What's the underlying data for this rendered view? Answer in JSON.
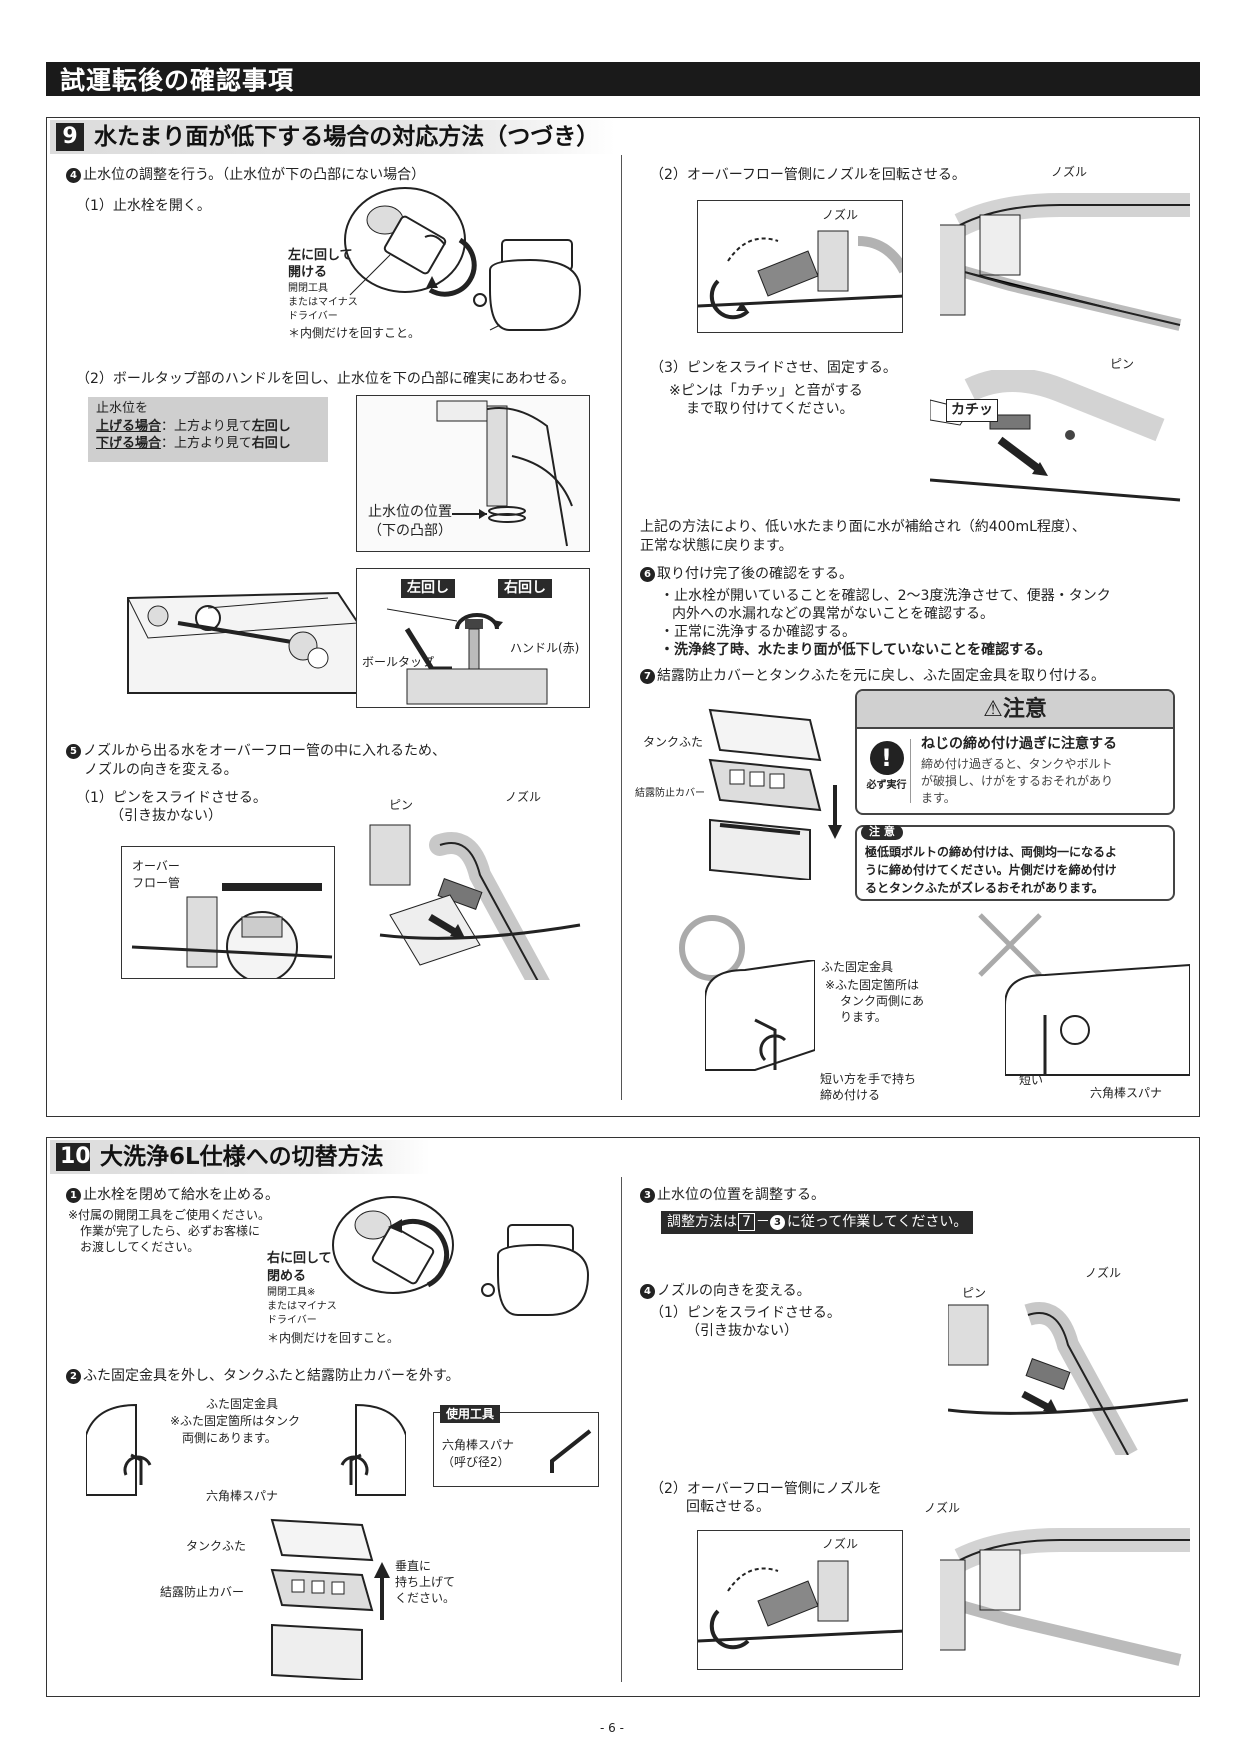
{
  "page_header": "試運転後の確認事項",
  "sec9": {
    "num": "9",
    "title": "水たまり面が低下する場合の対応方法（つづき）",
    "step4": {
      "num": "4",
      "text": "止水位の調整を行う。（止水位が下の凸部にない場合）",
      "sub1": "（1）止水栓を開く。",
      "turn_left": "左に回して",
      "turn_left2": "開ける",
      "tool1": "開閉工具",
      "tool2": "またはマイナス",
      "tool3": "ドライバー",
      "inner_only": "＊内側だけを回すこと。",
      "sub2": "（2）ボールタップ部のハンドルを回し、止水位を下の凸部に確実にあわせる。",
      "box_line1": "止水位を",
      "raise_label": "上げる場合",
      "raise_sep": "：上方より見て",
      "raise_dir": "左回し",
      "lower_label": "下げる場合",
      "lower_sep": "：上方より見て",
      "lower_dir": "右回し",
      "water_pos1": "止水位の位置",
      "water_pos2": "（下の凸部）",
      "left_turn": "左回し",
      "right_turn": "右回し",
      "handle_red": "ハンドル(赤)",
      "ball_tap": "ボールタップ"
    },
    "step5": {
      "num": "5",
      "text1": "ノズルから出る水をオーバーフロー管の中に入れるため、",
      "text2": "ノズルの向きを変える。",
      "sub1": "（1）ピンをスライドさせる。",
      "sub1b": "（引き抜かない）",
      "pin": "ピン",
      "nozzle": "ノズル",
      "overflow1": "オーバー",
      "overflow2": "フロー管"
    },
    "right": {
      "sub2": "（2）オーバーフロー管側にノズルを回転させる。",
      "nozzle": "ノズル",
      "nozzle2": "ノズル",
      "sub3": "（3）ピンをスライドさせ、固定する。",
      "sub3_note1": "※ピンは「カチッ」と音がする",
      "sub3_note2": "まで取り付けてください。",
      "pin": "ピン",
      "click": "カチッ",
      "summary1": "上記の方法により、低い水たまり面に水が補給され（約400mL程度）、",
      "summary2": "正常な状態に戻ります。",
      "step6_num": "6",
      "step6": "取り付け完了後の確認をする。",
      "b1a": "・止水栓が開いていることを確認し、2〜3度洗浄させて、便器・タンク",
      "b1b": "内外への水漏れなどの異常がないことを確認する。",
      "b2": "・正常に洗浄するか確認する。",
      "b3": "・洗浄終了時、水たまり面が低下していないことを確認する。",
      "step7_num": "7",
      "step7": "結露防止カバーとタンクふたを元に戻し、ふた固定金具を取り付ける。",
      "tank_lid": "タンクふた",
      "cover": "結露防止カバー",
      "caution_title": "⚠注意",
      "must_do": "必ず実行",
      "caution_head": "ねじの締め付け過ぎに注意する",
      "caution_body1": "締め付け過ぎると、タンクやボルト",
      "caution_body2": "が破損し、けがをするおそれがあり",
      "caution_body3": "ます。",
      "note_tag": "注 意",
      "note1": "極低頭ボルトの締め付けは、両側均一になるよ",
      "note2": "うに締め付けてください。片側だけを締め付け",
      "note3": "るとタンクふたがズレるおそれがあります。",
      "bracket": "ふた固定金具",
      "bracket_n1": "※ふた固定箇所は",
      "bracket_n2": "タンク両側にあ",
      "bracket_n3": "ります。",
      "short_hand1": "短い方を手で持ち",
      "short_hand2": "締め付ける",
      "short": "短い",
      "hex": "六角棒スパナ"
    }
  },
  "sec10": {
    "num": "10",
    "title": "大洗浄6L仕様への切替方法",
    "step1_num": "1",
    "step1": "止水栓を閉めて給水を止める。",
    "s1n1": "※付属の開閉工具をご使用ください。",
    "s1n2": "作業が完了したら、必ずお客様に",
    "s1n3": "お渡ししてください。",
    "turn_right": "右に回して",
    "turn_right2": "閉める",
    "tool1": "開閉工具※",
    "tool2": "またはマイナス",
    "tool3": "ドライバー",
    "inner_only": "＊内側だけを回すこと。",
    "step2_num": "2",
    "step2": "ふた固定金具を外し、タンクふたと結露防止カバーを外す。",
    "bracket": "ふた固定金具",
    "bracket_n1": "※ふた固定箇所はタンク",
    "bracket_n2": "両側にあります。",
    "hex": "六角棒スパナ",
    "tool_head": "使用工具",
    "tool_name1": "六角棒スパナ",
    "tool_name2": "（呼び径2）",
    "tank_lid": "タンクふた",
    "cover": "結露防止カバー",
    "lift1": "垂直に",
    "lift2": "持ち上げて",
    "lift3": "ください。",
    "step3_num": "3",
    "step3": "止水位の位置を調整する。",
    "adjust_pre": "調整方法は",
    "adjust_ref1": "7",
    "adjust_dash": "－",
    "adjust_ref2": "3",
    "adjust_post": "に従って作業してください。",
    "step4_num": "4",
    "step4": "ノズルの向きを変える。",
    "s4sub1": "（1）ピンをスライドさせる。",
    "s4sub1b": "（引き抜かない）",
    "pin": "ピン",
    "nozzle": "ノズル",
    "s4sub2a": "（2）オーバーフロー管側にノズルを",
    "s4sub2b": "回転させる。",
    "nozzle2": "ノズル",
    "nozzle3": "ノズル"
  },
  "page_number": "- 6 -"
}
